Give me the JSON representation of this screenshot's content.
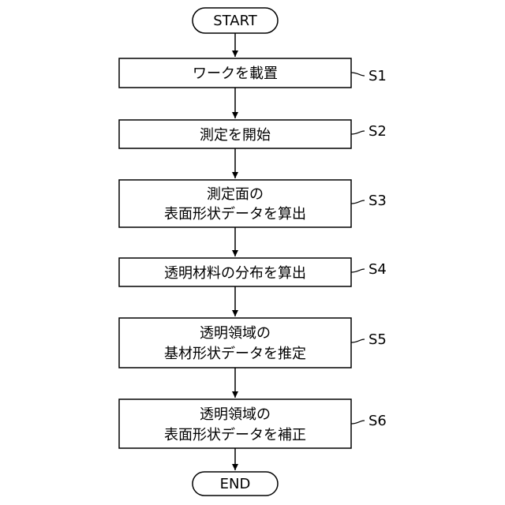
{
  "flowchart": {
    "start": {
      "label": "START"
    },
    "end": {
      "label": "END"
    },
    "steps": [
      {
        "id": "S1",
        "lines": [
          "ワークを載置"
        ]
      },
      {
        "id": "S2",
        "lines": [
          "測定を開始"
        ]
      },
      {
        "id": "S3",
        "lines": [
          "測定面の",
          "表面形状データを算出"
        ]
      },
      {
        "id": "S4",
        "lines": [
          "透明材料の分布を算出"
        ]
      },
      {
        "id": "S5",
        "lines": [
          "透明領域の",
          "基材形状データを推定"
        ]
      },
      {
        "id": "S6",
        "lines": [
          "透明領域の",
          "表面形状データを補正"
        ]
      }
    ]
  }
}
